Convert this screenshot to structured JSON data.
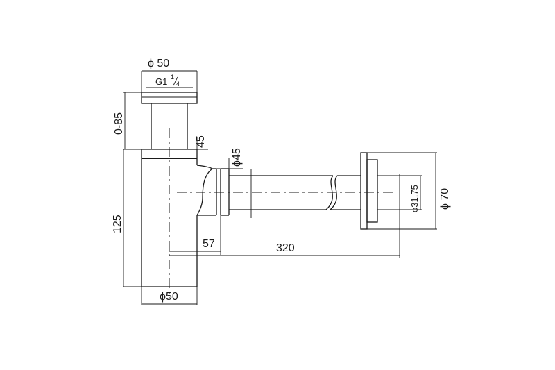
{
  "dimensions": {
    "top_diameter": "ϕ 50",
    "thread_main": "G1",
    "thread_frac_num": "1",
    "thread_frac_den": "4",
    "height_range": "0-85",
    "width_45": "45",
    "outlet_diameter": "ϕ45",
    "height_125": "125",
    "offset_57": "57",
    "length_320": "320",
    "pipe_diameter": "ϕ31.75",
    "flange_diameter": "ϕ 70",
    "bottom_diameter": "ϕ50"
  }
}
